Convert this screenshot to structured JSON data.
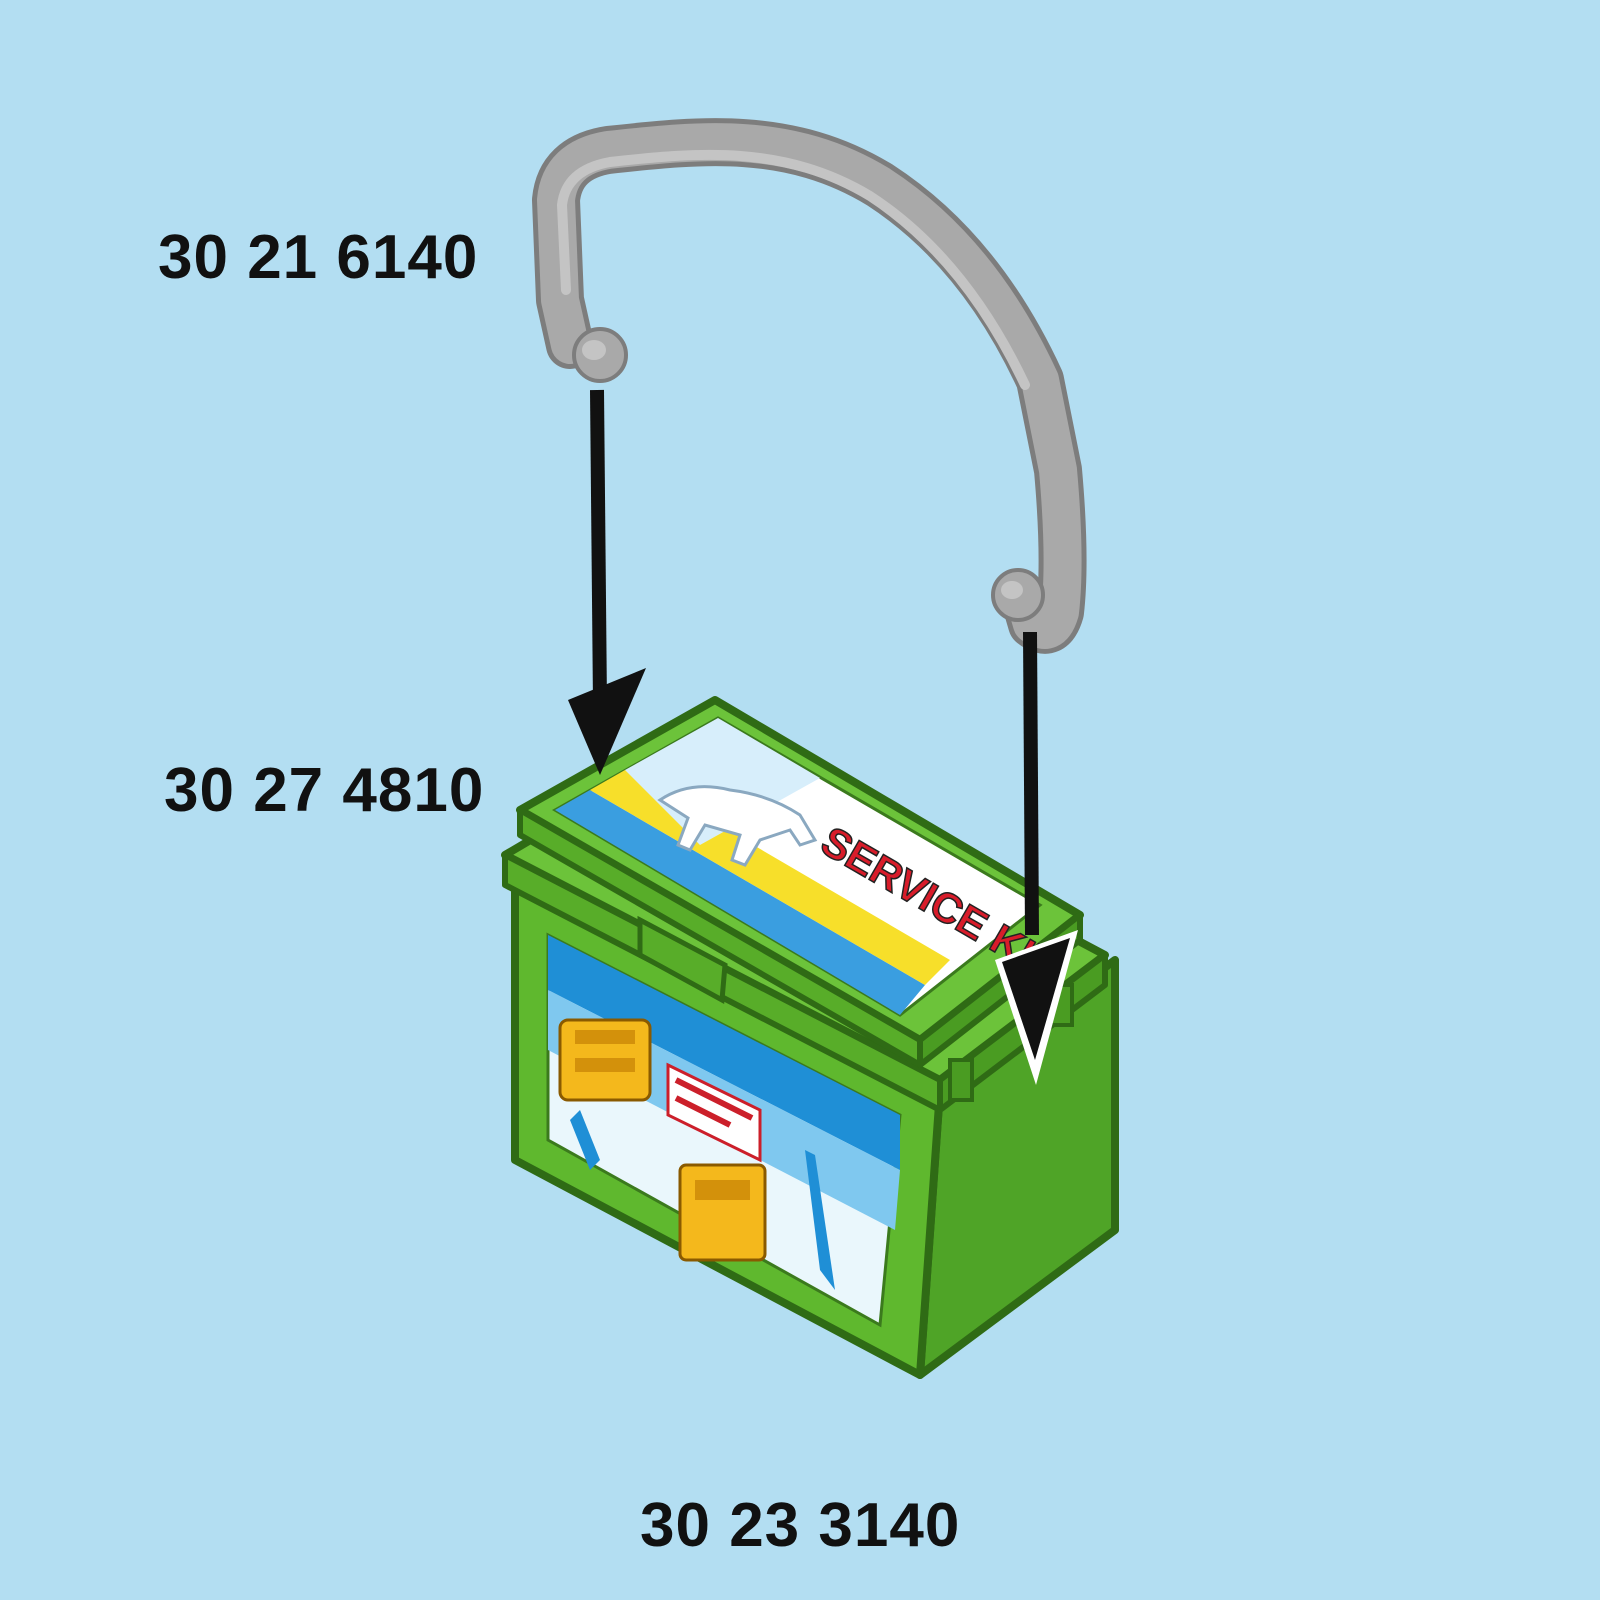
{
  "background_color": "#b3def2",
  "parts": {
    "handle": {
      "number": "30 21 6140",
      "color": "#a6a6a6"
    },
    "sticker": {
      "number": "30 27 4810",
      "text": "SERVICE KIT"
    },
    "box": {
      "number": "30 23 3140",
      "color": "#5fb82e"
    }
  },
  "arrows": {
    "color": "#111111",
    "count": 2
  }
}
